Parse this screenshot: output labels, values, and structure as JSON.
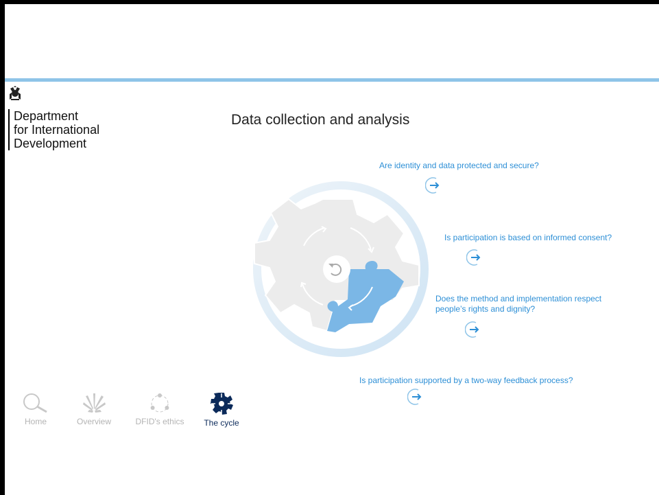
{
  "org": {
    "line1": "Department",
    "line2": "for International",
    "line3": "Development"
  },
  "page": {
    "title": "Data collection and analysis"
  },
  "questions": [
    {
      "text": "Are identity and data protected and secure?"
    },
    {
      "text": "Is participation is based on informed consent?"
    },
    {
      "text_line1": "Does the method and implementation respect",
      "text_line2": "people’s rights and dignity?"
    },
    {
      "text": "Is participation supported by a two-way feedback process?"
    }
  ],
  "nav": [
    {
      "label": "Home",
      "icon": "magnifier-icon"
    },
    {
      "label": "Overview",
      "icon": "burst-icon"
    },
    {
      "label": "DFID's ethics",
      "icon": "cycle-dots-icon"
    },
    {
      "label": "The cycle",
      "icon": "gear-cycle-icon",
      "active": true
    }
  ],
  "colors": {
    "accent": "#2d8fd6",
    "rule": "#8ec4e8",
    "active": "#0b2a5a",
    "inactive": "#b4b4b4",
    "puzzle_highlight": "#7bb7e6"
  }
}
